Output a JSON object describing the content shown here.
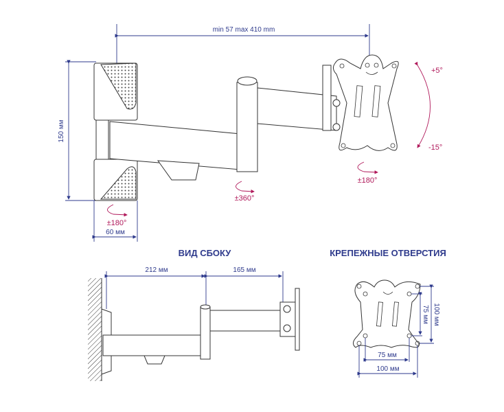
{
  "front_view": {
    "reach_label": "min 57 max 410 mm",
    "height_label": "150 мм",
    "width_label": "60 мм",
    "wall_rotation": "±180°",
    "arm_rotation": "±360°",
    "plate_rotation": "±180°",
    "tilt_up": "+5°",
    "tilt_down": "-15°"
  },
  "side_view": {
    "title": "ВИД СБОКУ",
    "first_arm_label": "212 мм",
    "second_arm_label": "165 мм"
  },
  "mounting_holes": {
    "title": "КРЕПЕЖНЫЕ ОТВЕРСТИЯ",
    "inner_width": "75 мм",
    "outer_width": "100 мм",
    "inner_height": "75 мм",
    "outer_height": "100 мм"
  },
  "colors": {
    "dimension": "#2e3a8c",
    "angle": "#b0185a"
  }
}
